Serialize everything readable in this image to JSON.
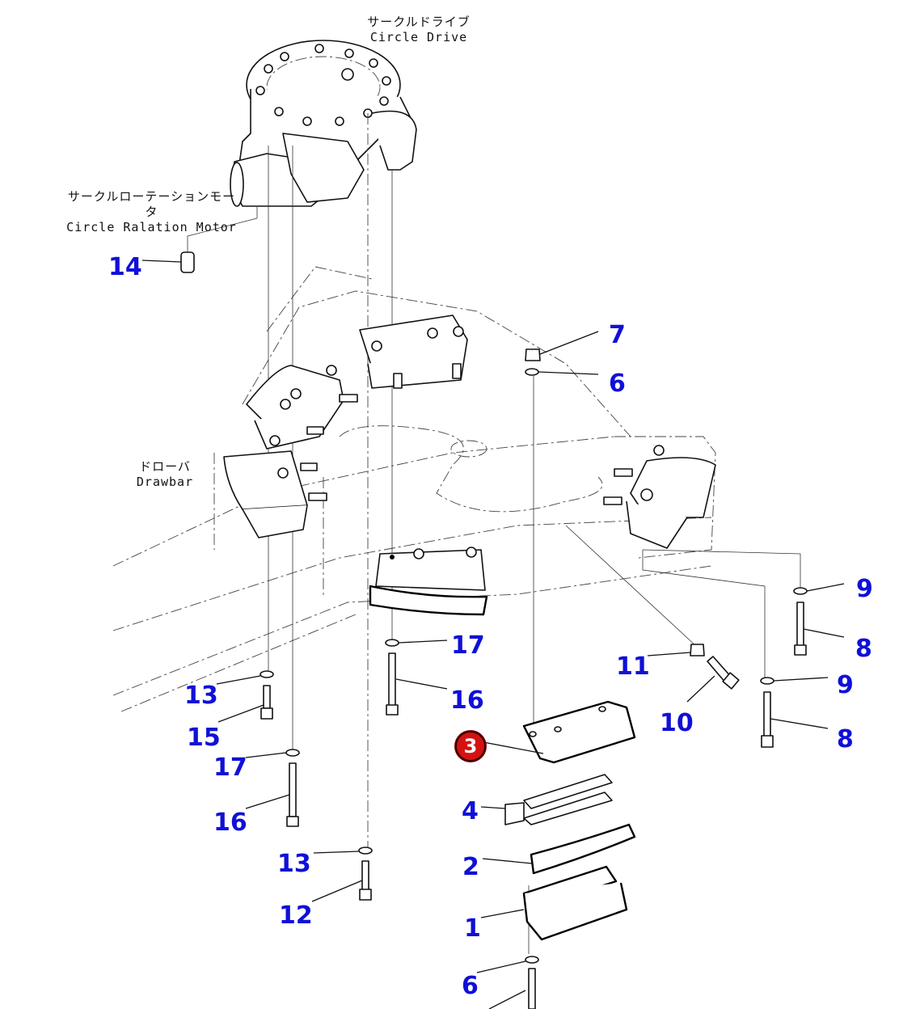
{
  "diagram": {
    "title_labels": {
      "circle_drive": {
        "jp": "サークルドライブ",
        "en": "Circle Drive"
      },
      "circle_rotation_motor": {
        "jp": "サークルローテーションモータ",
        "en": "Circle Ralation Motor"
      },
      "drawbar": {
        "jp": "ドローバ",
        "en": "Drawbar"
      }
    },
    "highlighted_part": {
      "number": "3",
      "color": "#d41212"
    },
    "callout_color": "#1010d8",
    "callouts": [
      {
        "id": "c14",
        "number": "14",
        "part": "pin"
      },
      {
        "id": "c7",
        "number": "7",
        "part": "nut"
      },
      {
        "id": "c6a",
        "number": "6",
        "part": "washer"
      },
      {
        "id": "c9a",
        "number": "9",
        "part": "washer"
      },
      {
        "id": "c8a",
        "number": "8",
        "part": "bolt"
      },
      {
        "id": "c17a",
        "number": "17",
        "part": "washer"
      },
      {
        "id": "c11",
        "number": "11",
        "part": "nut"
      },
      {
        "id": "c9b",
        "number": "9",
        "part": "washer"
      },
      {
        "id": "c13a",
        "number": "13",
        "part": "washer"
      },
      {
        "id": "c16a",
        "number": "16",
        "part": "bolt"
      },
      {
        "id": "c15",
        "number": "15",
        "part": "bolt"
      },
      {
        "id": "c10",
        "number": "10",
        "part": "bolt"
      },
      {
        "id": "c8b",
        "number": "8",
        "part": "bolt"
      },
      {
        "id": "c17b",
        "number": "17",
        "part": "washer"
      },
      {
        "id": "c4",
        "number": "4",
        "part": "shim"
      },
      {
        "id": "c16b",
        "number": "16",
        "part": "bolt"
      },
      {
        "id": "c13b",
        "number": "13",
        "part": "washer"
      },
      {
        "id": "c2",
        "number": "2",
        "part": "wear plate"
      },
      {
        "id": "c12",
        "number": "12",
        "part": "bolt"
      },
      {
        "id": "c1",
        "number": "1",
        "part": "guide"
      },
      {
        "id": "c6b",
        "number": "6",
        "part": "washer"
      }
    ]
  }
}
